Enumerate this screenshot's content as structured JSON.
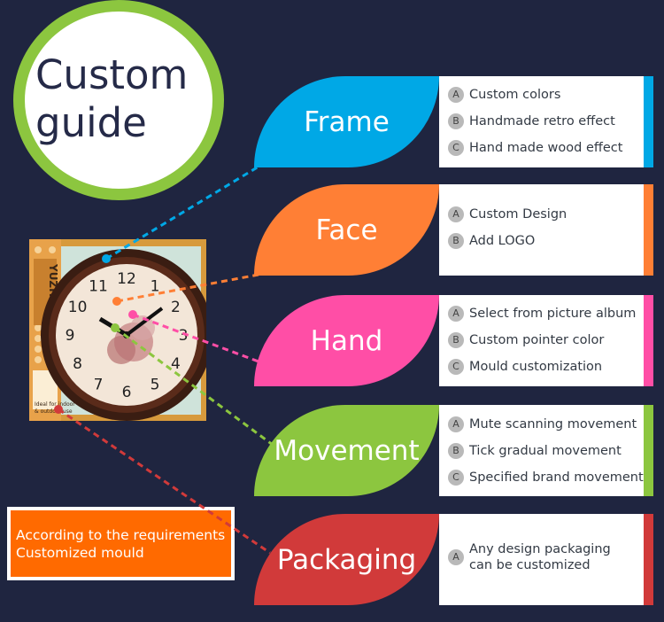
{
  "title": "Custom\nguide",
  "categories": [
    {
      "name": "Frame",
      "color": "#00a8e6",
      "items": [
        {
          "letter": "A",
          "text": "Custom colors"
        },
        {
          "letter": "B",
          "text": "Handmade retro effect"
        },
        {
          "letter": "C",
          "text": "Hand made wood effect"
        }
      ]
    },
    {
      "name": "Face",
      "color": "#ff7f35",
      "items": [
        {
          "letter": "A",
          "text": "Custom Design"
        },
        {
          "letter": "B",
          "text": "Add LOGO"
        }
      ]
    },
    {
      "name": "Hand",
      "color": "#ff4ea6",
      "items": [
        {
          "letter": "A",
          "text": "Select from picture album"
        },
        {
          "letter": "B",
          "text": "Custom pointer color"
        },
        {
          "letter": "C",
          "text": "Mould customization"
        }
      ]
    },
    {
      "name": "Movement",
      "color": "#8cc63f",
      "items": [
        {
          "letter": "A",
          "text": "Mute scanning movement"
        },
        {
          "letter": "B",
          "text": "Tick gradual movement"
        },
        {
          "letter": "C",
          "text": "Specified brand movement"
        }
      ]
    },
    {
      "name": "Packaging",
      "color": "#d13a3a",
      "items": [
        {
          "letter": "A",
          "text": "Any design packaging\ncan be customized"
        }
      ]
    }
  ],
  "note": "According to the requirements\nCustomized mould",
  "product": {
    "brand": "YUZHONG",
    "box_caption": "Ideal for indoor\n& outdoor use",
    "numerals": [
      "12",
      "1",
      "2",
      "3",
      "4",
      "5",
      "6",
      "7",
      "8",
      "9",
      "10",
      "11"
    ]
  }
}
